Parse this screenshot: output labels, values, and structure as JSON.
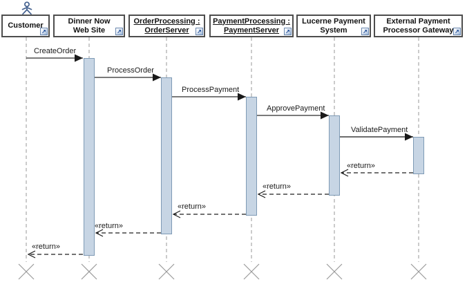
{
  "diagram": {
    "kind": "uml-sequence-diagram",
    "background": "#ffffff"
  },
  "colors": {
    "activation_fill": "#c7d5e4",
    "activation_border": "#7e9ab5",
    "lifeline_dash": "#979797",
    "message_line": "#2b2b2b",
    "header_border": "#4d4d4d",
    "header_text": "#111111",
    "actor_blue": "#44618f",
    "navigate_icon_blue": "#1d4b96",
    "destroy_x": "#9a9a9a"
  },
  "icons": {
    "actor_glyph": "stick-figure",
    "navigate_glyph": "↗"
  },
  "lifelines": [
    {
      "id": "customer",
      "label_line1": "Customer",
      "label_line2": "",
      "underlined": false,
      "has_actor_icon": true
    },
    {
      "id": "dinner-now-web-site",
      "label_line1": "Dinner Now",
      "label_line2": "Web Site",
      "underlined": false
    },
    {
      "id": "order-processing",
      "label_line1": "OrderProcessing :",
      "label_line2": "OrderServer",
      "underlined": true
    },
    {
      "id": "payment-processing",
      "label_line1": "PaymentProcessing :",
      "label_line2": "PaymentServer",
      "underlined": true
    },
    {
      "id": "lucerne-payment-system",
      "label_line1": "Lucerne Payment",
      "label_line2": "System",
      "underlined": false
    },
    {
      "id": "external-payment-processor-gateway",
      "label_line1": "External Payment",
      "label_line2": "Processor Gateway",
      "underlined": false
    }
  ],
  "messages": [
    {
      "label": "CreateOrder",
      "kind": "call",
      "from": "Customer",
      "to": "Dinner Now Web Site"
    },
    {
      "label": "ProcessOrder",
      "kind": "call",
      "from": "Dinner Now Web Site",
      "to": "OrderProcessing : OrderServer"
    },
    {
      "label": "ProcessPayment",
      "kind": "call",
      "from": "OrderProcessing : OrderServer",
      "to": "PaymentProcessing : PaymentServer"
    },
    {
      "label": "ApprovePayment",
      "kind": "call",
      "from": "PaymentProcessing : PaymentServer",
      "to": "Lucerne Payment System"
    },
    {
      "label": "ValidatePayment",
      "kind": "call",
      "from": "Lucerne Payment System",
      "to": "External Payment Processor Gateway"
    },
    {
      "label": "«return»",
      "kind": "return",
      "from": "External Payment Processor Gateway",
      "to": "Lucerne Payment System"
    },
    {
      "label": "«return»",
      "kind": "return",
      "from": "Lucerne Payment System",
      "to": "PaymentProcessing : PaymentServer"
    },
    {
      "label": "«return»",
      "kind": "return",
      "from": "PaymentProcessing : PaymentServer",
      "to": "OrderProcessing : OrderServer"
    },
    {
      "label": "«return»",
      "kind": "return",
      "from": "OrderProcessing : OrderServer",
      "to": "Dinner Now Web Site"
    },
    {
      "label": "«return»",
      "kind": "return",
      "from": "Dinner Now Web Site",
      "to": "Customer"
    }
  ]
}
